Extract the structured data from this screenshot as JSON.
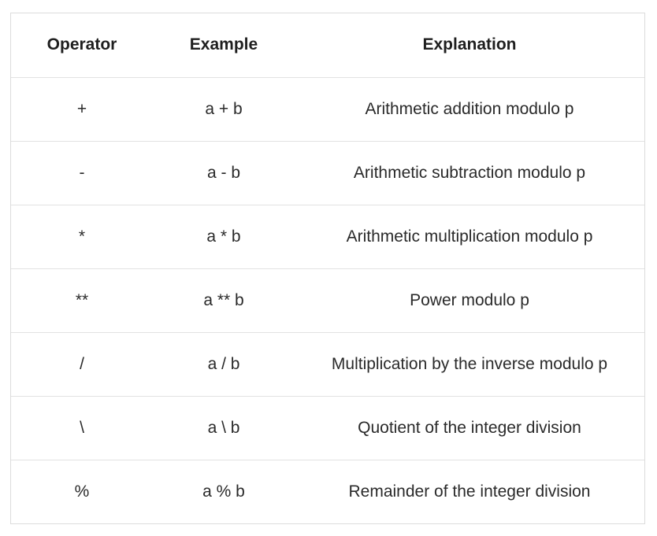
{
  "table": {
    "headers": [
      "Operator",
      "Example",
      "Explanation"
    ],
    "rows": [
      [
        "+",
        "a + b",
        "Arithmetic addition modulo p"
      ],
      [
        "-",
        "a - b",
        "Arithmetic subtraction modulo p"
      ],
      [
        "*",
        "a * b",
        "Arithmetic multiplication modulo p"
      ],
      [
        "**",
        "a ** b",
        "Power modulo p"
      ],
      [
        "/",
        "a / b",
        "Multiplication by the inverse modulo p"
      ],
      [
        "\\",
        "a \\ b",
        "Quotient of the integer division"
      ],
      [
        "%",
        "a % b",
        "Remainder of the integer division"
      ]
    ]
  }
}
